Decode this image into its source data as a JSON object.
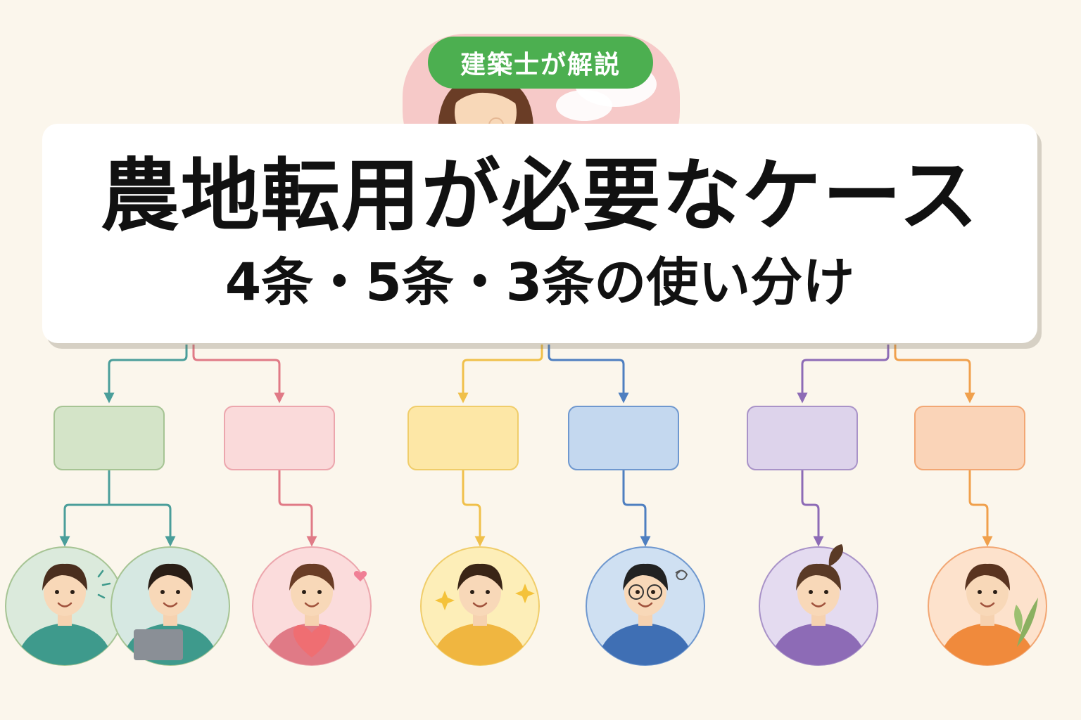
{
  "badge": {
    "label": "建築士が解説"
  },
  "title": {
    "main": "農地転用が必要なケース",
    "sub": "4条・5条・3条の使い分け"
  },
  "colors": {
    "background": "#fbf6ec",
    "badge": "#4caf50",
    "branches": [
      "#4a9e9a",
      "#e07a86",
      "#f0c04a",
      "#4e7fc0",
      "#8d6bb6",
      "#f0a04c"
    ],
    "box_fills": [
      "#d4e4c8",
      "#fadada",
      "#fde7a6",
      "#c4d8ef",
      "#ddd3eb",
      "#fad4b8"
    ],
    "box_strokes": [
      "#a6c494",
      "#eca6ad",
      "#f0cd6a",
      "#6f98cf",
      "#a993c8",
      "#f2a774"
    ]
  },
  "people": [
    {
      "icon": "woman-pointing-icon",
      "shirt": "#3e9a8c",
      "hair": "#4a2e1e",
      "bg": "#dbeadc"
    },
    {
      "icon": "man-laptop-icon",
      "shirt": "#3e9a8c",
      "hair": "#2a1e16",
      "bg": "#d6e8e2"
    },
    {
      "icon": "woman-heart-icon",
      "shirt": "#e07a86",
      "hair": "#6a3d26",
      "bg": "#fbdcdc"
    },
    {
      "icon": "man-thumbsup-icon",
      "shirt": "#f0b640",
      "hair": "#3a2516",
      "bg": "#fdeeb8"
    },
    {
      "icon": "man-thinking-glasses-icon",
      "shirt": "#3f6fb4",
      "hair": "#222222",
      "bg": "#cfe0f2"
    },
    {
      "icon": "woman-waving-icon",
      "shirt": "#8d6bb6",
      "hair": "#5a3a26",
      "bg": "#e4dbf0"
    },
    {
      "icon": "man-plant-icon",
      "shirt": "#f08a3c",
      "hair": "#5a3420",
      "bg": "#fde2cc"
    }
  ]
}
